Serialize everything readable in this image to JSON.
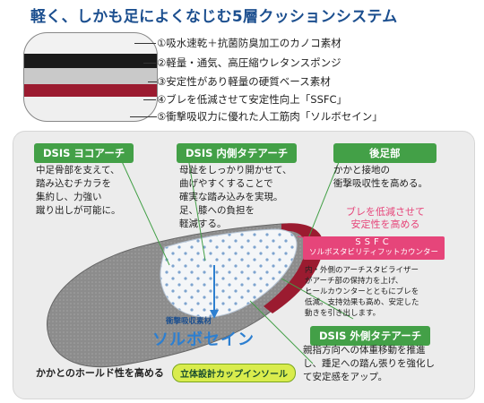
{
  "title": "軽く、しかも足によくなじむ5層クッションシステム",
  "layers": [
    "①吸水速乾＋抗菌防臭加工のカノコ素材",
    "②軽量・通気、高圧縮ウレタンスポンジ",
    "③安定性があり軽量の硬質ベース素材",
    "④ブレを低減させて安定性向上「SSFC」",
    "⑤衝撃吸収力に優れた人工筋肉「ソルボセイン」"
  ],
  "layer_colors": [
    "#f2f2f2",
    "#1a1a1a",
    "#c9c9c9",
    "#9b1b30",
    "#efefef"
  ],
  "callouts": {
    "dsis_yoko": {
      "title": "DSIS ヨコアーチ",
      "text": "中足骨部を支えて、\n踏み込むチカラを\n集約し、力強い\n蹴り出しが可能に。"
    },
    "dsis_uchi": {
      "title": "DSIS 内側タテアーチ",
      "text": "母趾をしっかり開かせて、\n曲げやすくすることで\n確実な踏み込みを実現。\n足、膝への負担を\n軽減する。"
    },
    "kokotsu": {
      "title": "後足部",
      "text": "かかと接地の\n衝撃吸収性を高める。"
    },
    "bure": "ブレを低減させて\n安定性を高める",
    "ssfc_label": "SSFC",
    "ssfc_sub": "ソルボスタビリティフットカウンター",
    "stabilizer_text": "内・外側のアーチスタビライザー\nがアーチ部の保持力を上げ、\nヒールカウンターとともにブレを\n低減。支持効果も高め、安定した\n動きを引き出します。",
    "dsis_soto": {
      "title": "DSIS 外側タテアーチ",
      "text": "親指方向への体重移動を推進\nし、踵足への踏ん張りを強化し\nて安定感をアップ。"
    },
    "sorbo_caption": "衝撃吸収素材",
    "sorbo_name": "ソルボセイン",
    "hold_text": "かかとのホールド性を高める",
    "hold_pill": "立体設計カップインソール"
  },
  "colors": {
    "title_blue": "#1c4f8f",
    "header_green": "#43a047",
    "accent_pink": "#e6457a",
    "sorbo_blue": "#2d7fd0",
    "pill_yellow": "#d9ec4d"
  }
}
